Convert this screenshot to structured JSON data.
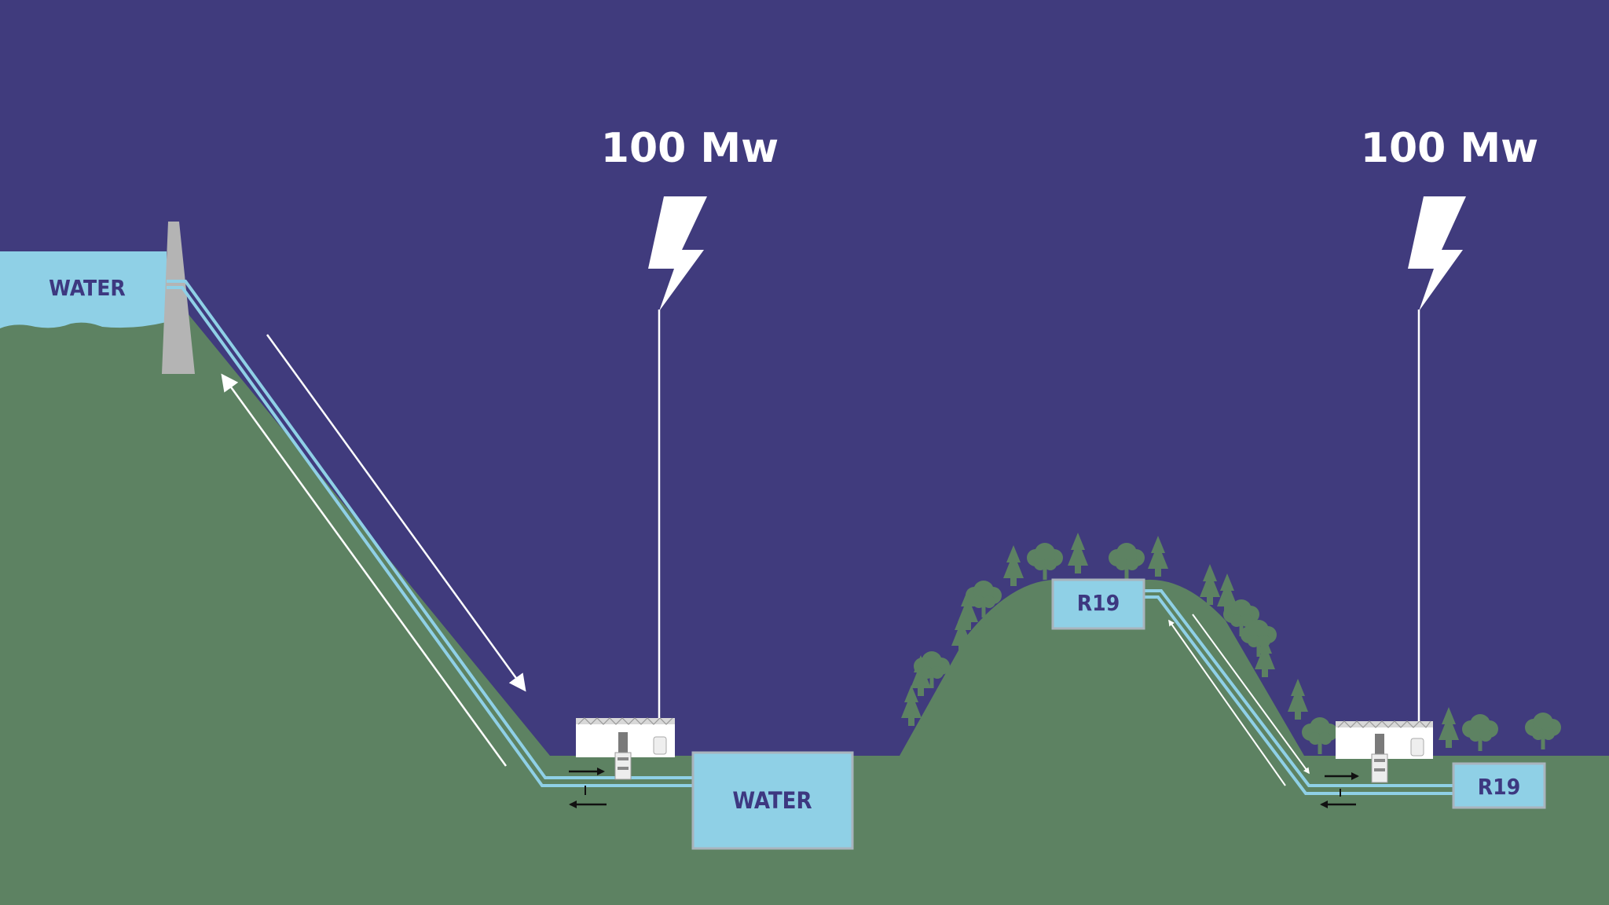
{
  "diagram": {
    "left_system": {
      "power_output": "100 Mw",
      "upper_reservoir_label": "WATER",
      "lower_reservoir_label": "WATER"
    },
    "right_system": {
      "power_output": "100 Mw",
      "upper_reservoir_label": "R19",
      "lower_reservoir_label": "R19"
    }
  },
  "colors": {
    "sky": "#403b7d",
    "ground": "#5d8262",
    "water": "#8fd0e6",
    "pipe": "#8fd0e6",
    "dam": "#b4b4b4",
    "tree": "#5d8262",
    "label_text": "#3d3880",
    "white": "#ffffff"
  }
}
